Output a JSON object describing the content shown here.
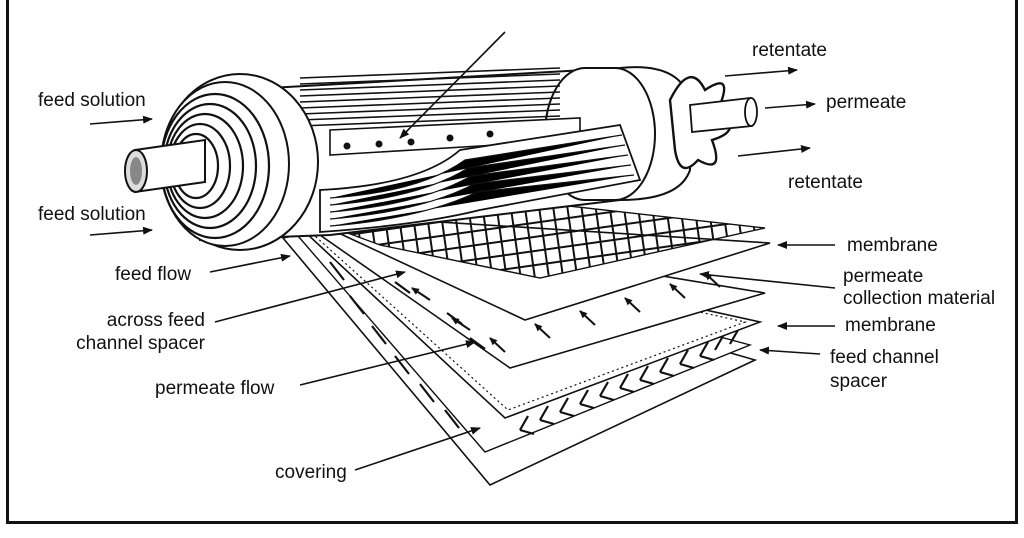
{
  "labels": {
    "feed_solution_top": "feed solution",
    "feed_solution_bottom": "feed solution",
    "feed_flow": "feed flow",
    "across_feed_line1": "across feed",
    "across_feed_line2": "channel spacer",
    "permeate_flow": "permeate flow",
    "covering": "covering",
    "retentate_top": "retentate",
    "permeate": "permeate",
    "retentate_bottom": "retentate",
    "membrane_top": "membrane",
    "permeate_collection_line1": "permeate",
    "permeate_collection_line2": "collection material",
    "membrane_bottom": "membrane",
    "feed_channel_line1": "feed channel",
    "feed_channel_line2": "spacer"
  },
  "colors": {
    "ink": "#111111",
    "paper": "#ffffff"
  }
}
